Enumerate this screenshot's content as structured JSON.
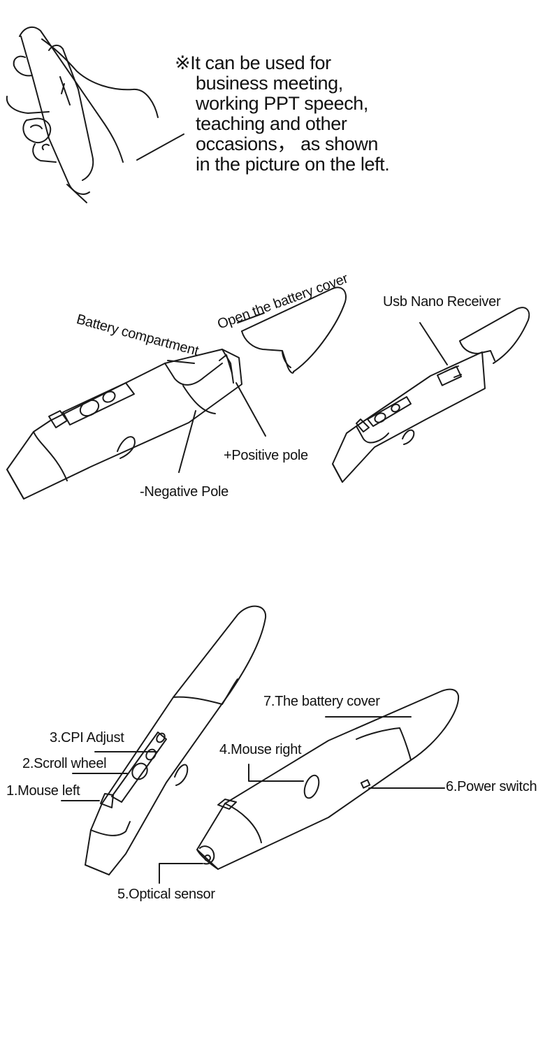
{
  "intro": {
    "symbol": "※",
    "lines": [
      "It can be used for",
      "business meeting,",
      "working PPT speech,",
      "teaching and other",
      "occasions， as shown",
      "in the picture on the left."
    ]
  },
  "assembly_labels": {
    "battery_compartment": "Battery  compartment",
    "open_battery_cover": "Open the battery cover",
    "usb_nano_receiver": "Usb Nano Receiver",
    "positive_pole": "+Positive pole",
    "negative_pole": "-Negative Pole"
  },
  "part_labels": {
    "cpi_adjust": "3.CPI Adjust",
    "scroll_wheel": "2.Scroll wheel",
    "mouse_left": "1.Mouse left",
    "battery_cover": "7.The battery cover",
    "mouse_right": "4.Mouse right",
    "power_switch": "6.Power switch",
    "optical_sensor": "5.Optical sensor"
  }
}
